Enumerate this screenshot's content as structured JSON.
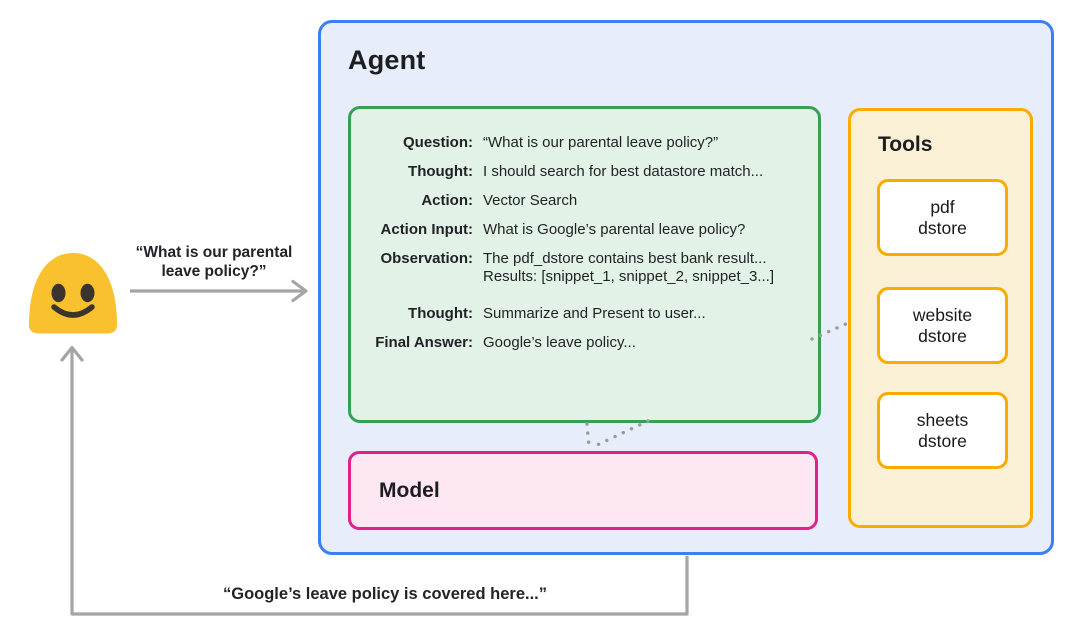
{
  "agent": {
    "title": "Agent",
    "trace": {
      "rows": [
        {
          "label": "Question:",
          "value": "“What is our parental leave policy?”"
        },
        {
          "label": "Thought:",
          "value": "I should search for best datastore match..."
        },
        {
          "label": "Action:",
          "value": "Vector Search"
        },
        {
          "label": "Action Input:",
          "value": "What is Google’s parental leave policy?"
        },
        {
          "label": "Observation:",
          "value": "The pdf_dstore contains best bank result...",
          "value2": "Results: [snippet_1, snippet_2, snippet_3...]"
        },
        {
          "label": "Thought:",
          "value": "Summarize and Present to user..."
        },
        {
          "label": "Final Answer:",
          "value": "Google’s leave policy..."
        }
      ]
    },
    "model": {
      "title": "Model"
    },
    "tools": {
      "title": "Tools",
      "items": [
        {
          "line1": "pdf",
          "line2": "dstore"
        },
        {
          "line1": "website",
          "line2": "dstore"
        },
        {
          "line1": "sheets",
          "line2": "dstore"
        }
      ]
    }
  },
  "user": {
    "avatar_icon": "smiling-blob-emoji",
    "request": {
      "line1": "“What is our parental",
      "line2": "leave policy?”"
    },
    "response": "“Google’s leave policy is covered here...”"
  },
  "colors": {
    "agent_border": "#3d7ef2",
    "agent_fill": "#e7edfb",
    "trace_border": "#35a156",
    "trace_fill": "#e3f2e6",
    "model_border": "#e0218a",
    "model_fill": "#fce7f2",
    "tools_border": "#f9ab00",
    "tools_fill": "#faf0d6",
    "arrow_gray": "#a5a5a5",
    "dot_gray": "#9b9b9b",
    "emoji_yellow": "#fac12e",
    "emoji_features": "#3a342c",
    "text_dark": "#1f2125"
  }
}
